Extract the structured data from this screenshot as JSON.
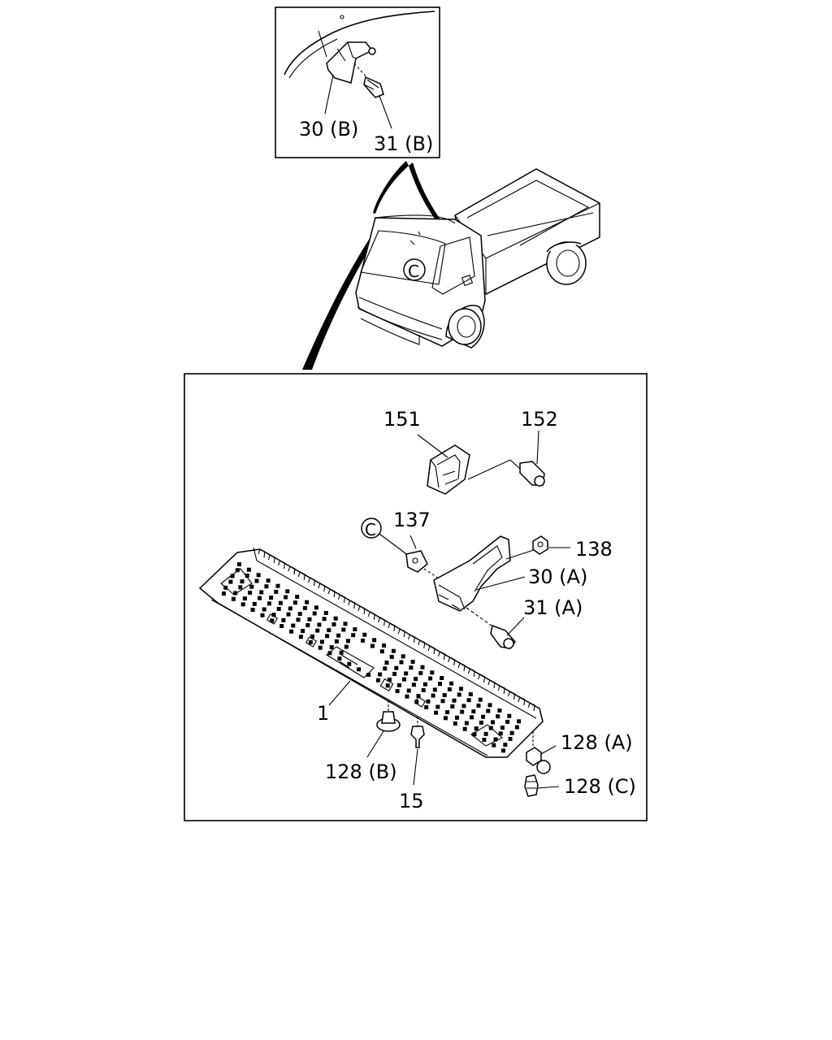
{
  "callouts": {
    "detail_b_bracket": "30 (B)",
    "detail_b_bolt": "31 (B)",
    "truck_view_marker": "C",
    "p151": "151",
    "p152": "152",
    "p137_marker": "C",
    "p137": "137",
    "p138": "138",
    "p30a": "30 (A)",
    "p31a": "31 (A)",
    "p1": "1",
    "p128a": "128 (A)",
    "p128b": "128 (B)",
    "p128c": "128 (C)",
    "p15": "15"
  }
}
